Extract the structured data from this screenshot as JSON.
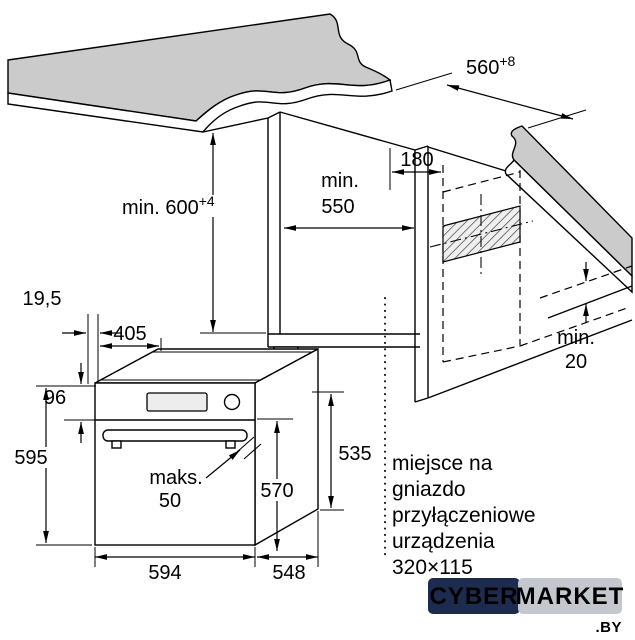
{
  "diagram": {
    "labels": {
      "counter_depth": {
        "value": "560",
        "tolerance": "+8"
      },
      "niche_height": {
        "value": "min. 600",
        "tolerance": "+4"
      },
      "niche_depth": {
        "line1": "min.",
        "line2": "550"
      },
      "socket_offset": "180",
      "rear_gap": {
        "line1": "min.",
        "line2": "20"
      },
      "panel_offset": "19,5",
      "top_depth": "405",
      "panel_height": "96",
      "oven_height": "595",
      "handle_depth": {
        "line1": "maks.",
        "line2": "50"
      },
      "rear_height": "535",
      "body_height": "570",
      "oven_width": "594",
      "body_depth": "548"
    },
    "note": {
      "line1": "miejsce na",
      "line2": "gniazdo",
      "line3": "przyłączeniowe",
      "line4": "urządzenia",
      "line5": "320×115"
    }
  },
  "watermark": {
    "brand_left": "CYBER",
    "brand_right": "MARKET",
    "domain": ".BY",
    "colors": {
      "navy": "#1d2c4e",
      "gray": "#c4c7cd",
      "orange": "#f2a200"
    }
  },
  "colors": {
    "counter_fill": "#cbcbcb",
    "line": "#000000"
  }
}
